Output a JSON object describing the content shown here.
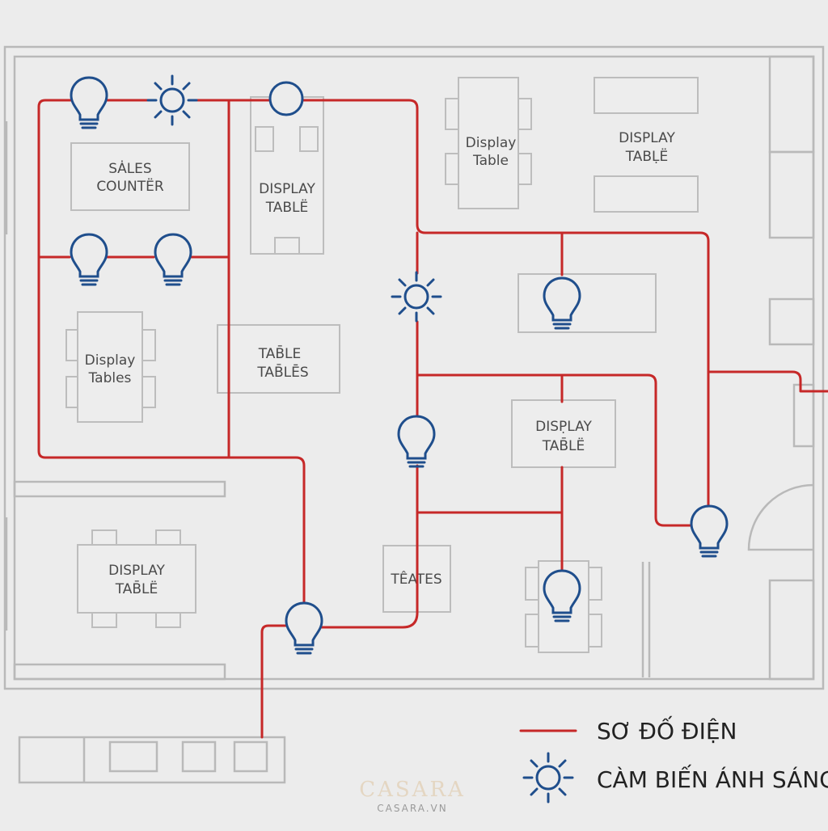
{
  "labels": {
    "sales_counter": [
      "SȦLES",
      "COUNTËR"
    ],
    "display_table_top": [
      "DISPLAY",
      "TABLË"
    ],
    "display_table_small": [
      "Display",
      "Table"
    ],
    "display_table_right": [
      "DISPLAY",
      "TABḶË"
    ],
    "display_tables": [
      "Display",
      "Tables"
    ],
    "table_tables": [
      "TAB̄LE",
      "TAB̄LĒS"
    ],
    "display_table_mid": [
      "DISP̣LAY",
      "TAB̄LË"
    ],
    "display_table_left": [
      "DISPLAY",
      "TAB̄LË"
    ],
    "teates": "TÊATES"
  },
  "legend": {
    "wiring": "SƠ ĐỐ ĐIỆN",
    "light_sensor": "CÀM BIẾN ÁNH SÁNG"
  },
  "brand": {
    "name": "CASARA",
    "site": "CASARA.VN"
  },
  "colors": {
    "wire": "#c62828",
    "icon": "#1f4e8c",
    "wall": "#b9b9b9"
  },
  "icons": [
    "light-bulb-icon",
    "light-sensor-icon"
  ]
}
